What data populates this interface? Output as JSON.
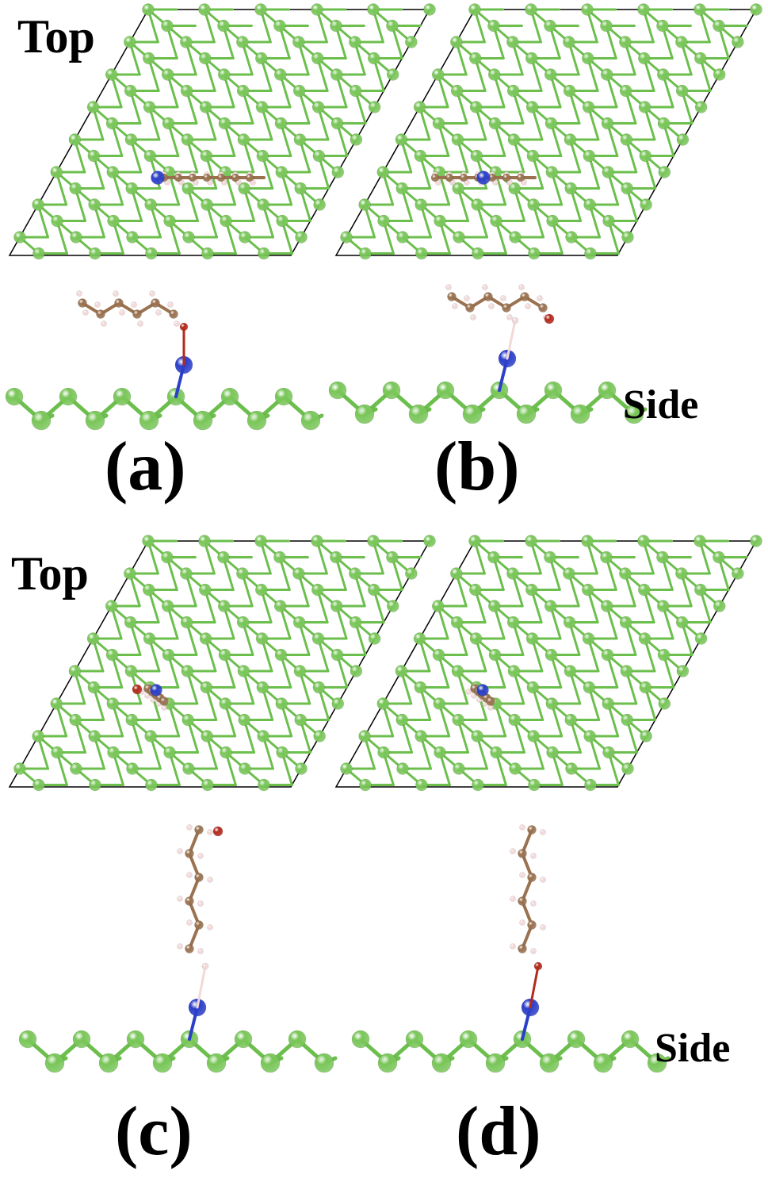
{
  "labels": {
    "top": "Top",
    "side": "Side",
    "panel_a": "(a)",
    "panel_b": "(b)",
    "panel_c": "(c)",
    "panel_d": "(d)"
  },
  "colors": {
    "substrate_atom": "#7ac65a",
    "substrate_bond": "#6cbf4d",
    "nitrogen": "#2b3fc9",
    "carbon": "#9a7250",
    "oxygen": "#b22a1c",
    "hydrogen": "#f3d8d8",
    "cell_outline": "#000000"
  },
  "panels": [
    {
      "id": "a",
      "molecule": "horizontal",
      "anchor": "end"
    },
    {
      "id": "b",
      "molecule": "horizontal",
      "anchor": "middle"
    },
    {
      "id": "c",
      "molecule": "vertical",
      "anchor": "end"
    },
    {
      "id": "d",
      "molecule": "vertical",
      "anchor": "end"
    }
  ]
}
